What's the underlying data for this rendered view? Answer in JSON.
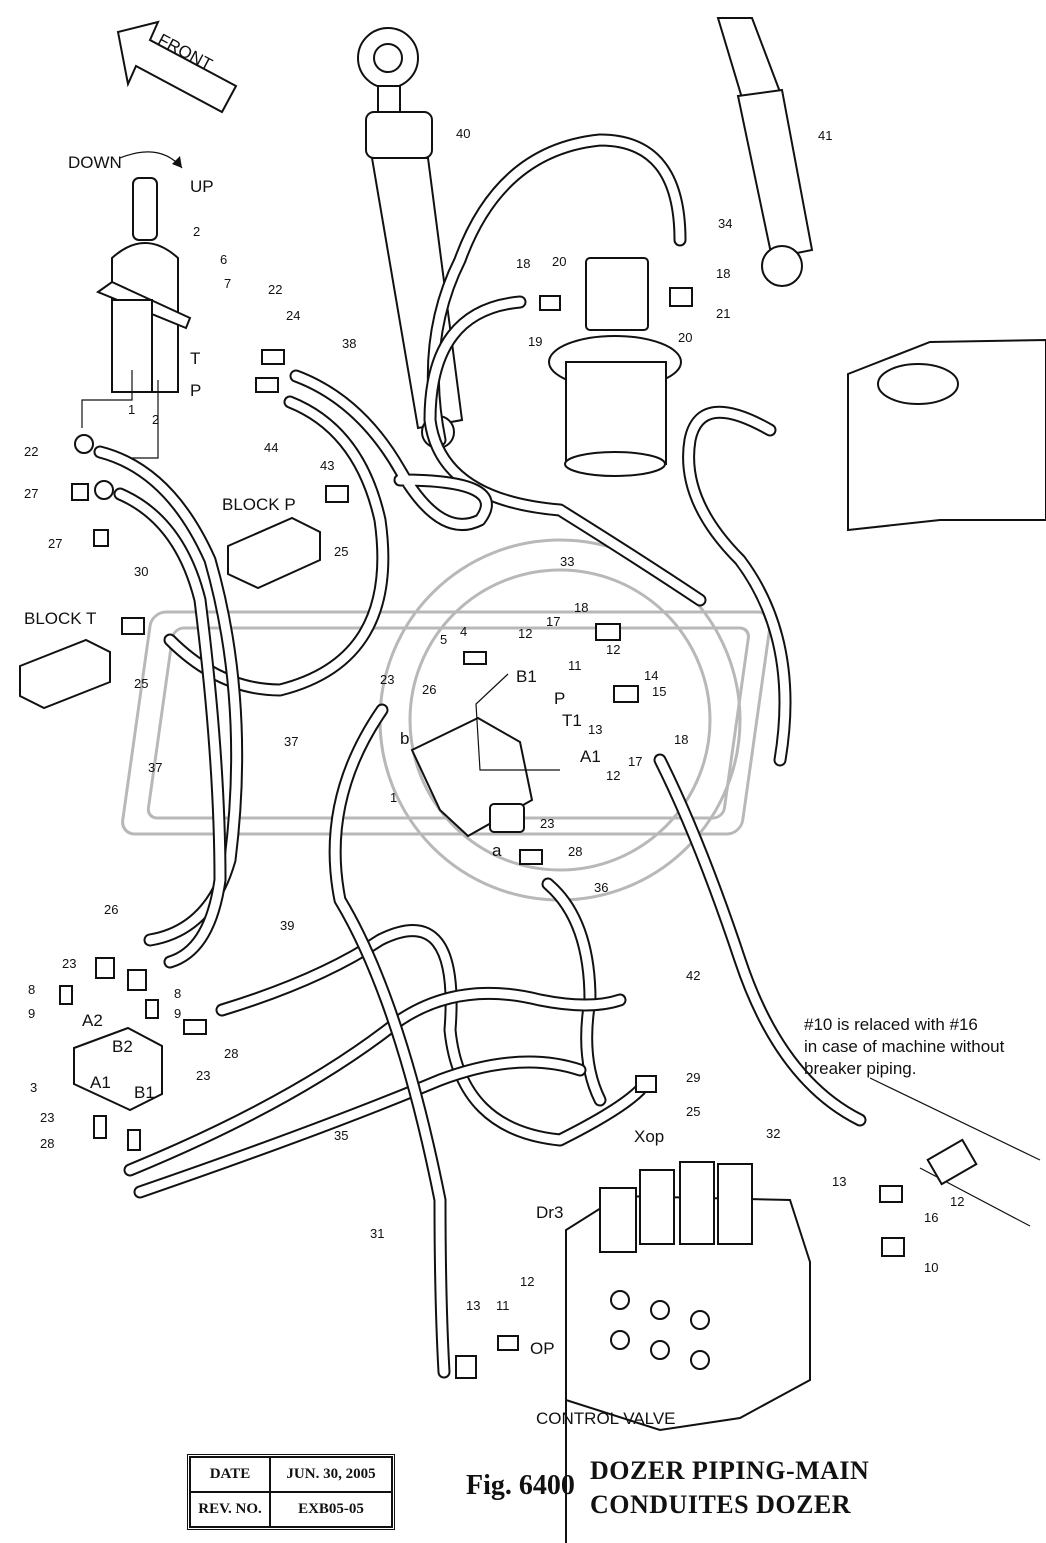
{
  "annotations": {
    "front": "FRONT",
    "down": "DOWN",
    "up": "UP",
    "block_p": "BLOCK P",
    "block_t": "BLOCK T",
    "port_T": "T",
    "port_P": "P",
    "port_1": "1",
    "port_2": "2",
    "port_B1_valve": "B1",
    "port_P_valve": "P",
    "port_T1_valve": "T1",
    "port_A1_valve": "A1",
    "port_b": "b",
    "port_a": "a",
    "port_A2": "A2",
    "port_B2": "B2",
    "port_A1_block": "A1",
    "port_B1_block": "B1",
    "xop": "Xop",
    "dr3": "Dr3",
    "op": "OP",
    "control_valve": "CONTROL VALVE",
    "note_line1": "#10 is relaced with #16",
    "note_line2": "in case of machine without",
    "note_line3": "breaker piping."
  },
  "callouts": {
    "c40": "40",
    "c41": "41",
    "c34": "34",
    "c18a": "18",
    "c18b": "18",
    "c20a": "20",
    "c20b": "20",
    "c19": "19",
    "c21": "21",
    "c2a": "2",
    "c6": "6",
    "c7": "7",
    "c22a": "22",
    "c24": "24",
    "c38": "38",
    "c44": "44",
    "c22b": "22",
    "c27a": "27",
    "c27b": "27",
    "c43": "43",
    "c25a": "25",
    "c33": "33",
    "c30": "30",
    "c25b": "25",
    "c18c": "18",
    "c4": "4",
    "c5": "5",
    "c12a": "12",
    "c17a": "17",
    "c11a": "11",
    "c12b": "12",
    "c14": "14",
    "c15": "15",
    "c18d": "18",
    "c13a": "13",
    "c12c": "12",
    "c17b": "17",
    "c23a": "23",
    "c26a": "26",
    "c1": "1",
    "c37a": "37",
    "c37b": "37",
    "c23b": "23",
    "c28a": "28",
    "c36": "36",
    "c39": "39",
    "c42": "42",
    "c26b": "26",
    "c23c": "23",
    "c8a": "8",
    "c8b": "8",
    "c9a": "9",
    "c9b": "9",
    "c28b": "28",
    "c23d": "23",
    "c3": "3",
    "c23e": "23",
    "c28c": "28",
    "c35": "35",
    "c29": "29",
    "c25c": "25",
    "c32": "32",
    "c13b": "13",
    "c12d": "12",
    "c16": "16",
    "c10": "10",
    "c31": "31",
    "c12e": "12",
    "c13c": "13",
    "c11b": "11"
  },
  "revision_table": {
    "date_label": "DATE",
    "date_value": "JUN. 30, 2005",
    "rev_label": "REV. NO.",
    "rev_value": "EXB05-05"
  },
  "figure": {
    "number": "Fig. 6400",
    "title_line1": "DOZER PIPING-MAIN",
    "title_line2": "CONDUITES DOZER"
  }
}
